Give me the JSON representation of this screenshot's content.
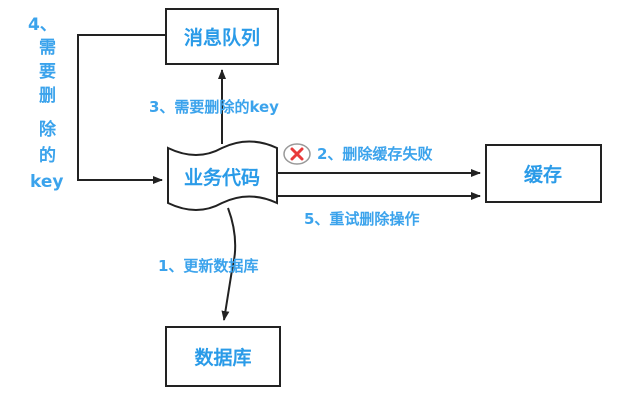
{
  "nodes": {
    "queue": "消息队列",
    "business": "业务代码",
    "cache": "缓存",
    "database": "数据库"
  },
  "edges": {
    "step1": "1、更新数据库",
    "step2": "2、删除缓存失败",
    "step3": "3、需要删除的key",
    "step5": "5、重试删除操作",
    "step4_lines": [
      "4、",
      "需",
      "要",
      "删",
      "除",
      "的",
      "key"
    ]
  },
  "icons": {
    "fail": "x-circle-icon"
  },
  "colors": {
    "text": "#2a9be8",
    "line": "#222222",
    "fail": "#e83a3a"
  }
}
